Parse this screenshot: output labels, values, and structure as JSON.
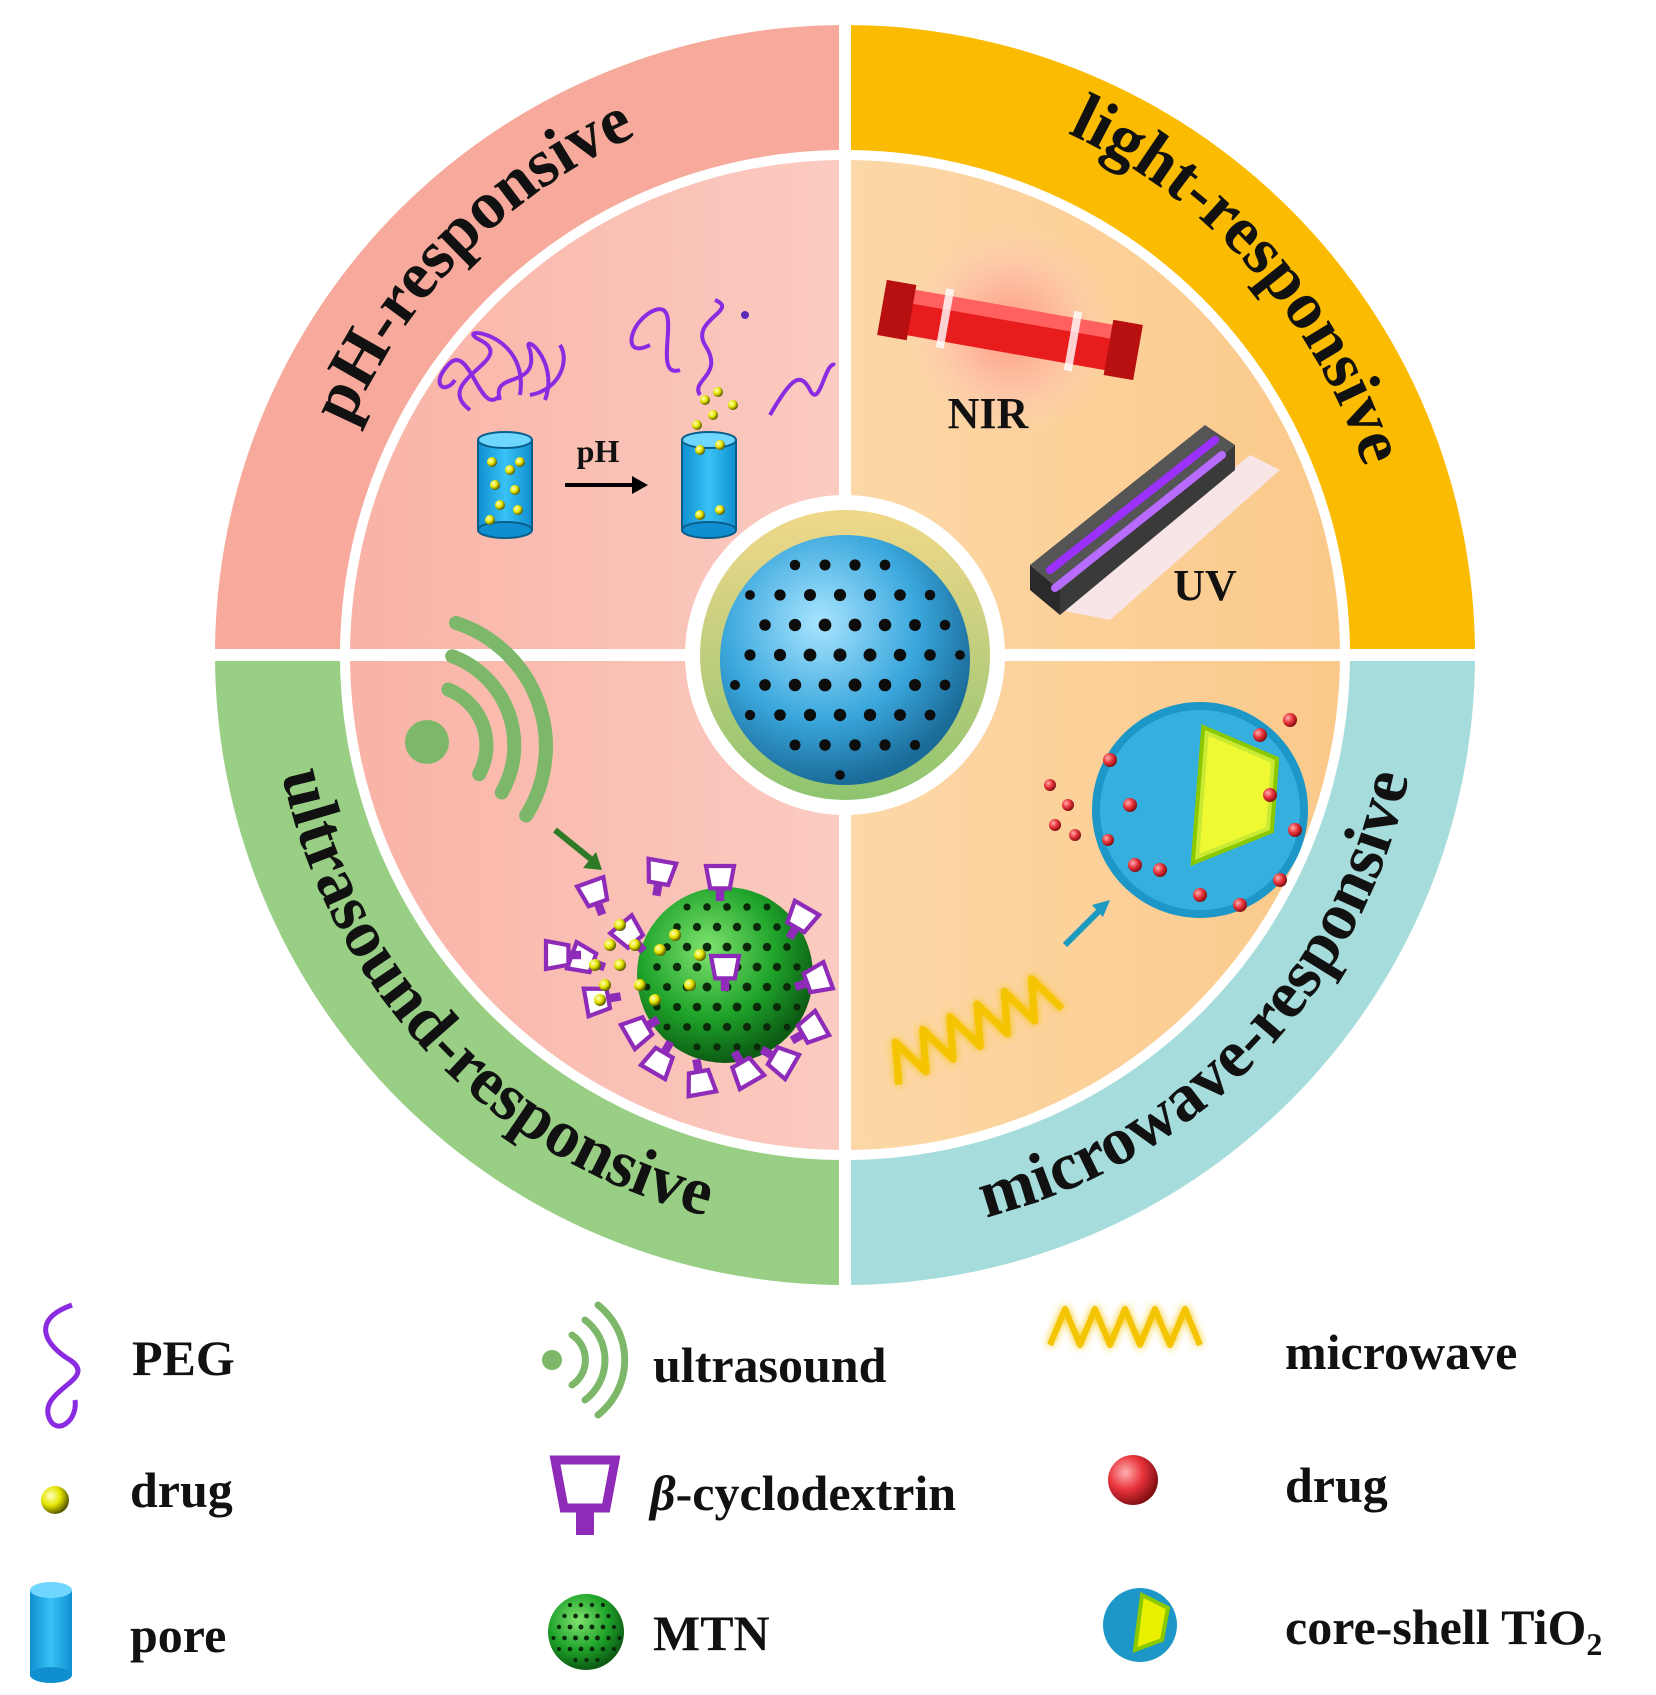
{
  "quadrants": {
    "ph": {
      "title": "pH-responsive",
      "arrow_label": "pH",
      "ring_color": "#f7a99b",
      "inner_color": "#fbc8bd"
    },
    "light": {
      "title": "light-responsive",
      "nir_label": "NIR",
      "uv_label": "UV",
      "ring_color": "#fbbb00",
      "inner_color": "#fbd8a5"
    },
    "ultrasound": {
      "title": "ultrasound-responsive",
      "ring_color": "#99cf85",
      "inner_color": "#fbc8bd"
    },
    "microwave": {
      "title": "microwave-responsive",
      "ring_color": "#a7dcdc",
      "inner_color": "#fbd8a5"
    }
  },
  "legend": {
    "peg": "PEG",
    "drug_yellow": "drug",
    "pore": "pore",
    "ultrasound": "ultrasound",
    "cyclodextrin_greek": "β",
    "cyclodextrin_rest": "-cyclodextrin",
    "mtn": "MTN",
    "microwave": "microwave",
    "drug_red": "drug",
    "tio2_main": "core-shell TiO",
    "tio2_sub": "2"
  },
  "icons": [
    "peg-icon",
    "drug-icon",
    "pore-icon",
    "ultrasound-icon",
    "cyclodextrin-icon",
    "mtn-icon",
    "microwave-icon",
    "nir-lamp-icon",
    "uv-lamp-icon",
    "nanosphere-icon"
  ]
}
